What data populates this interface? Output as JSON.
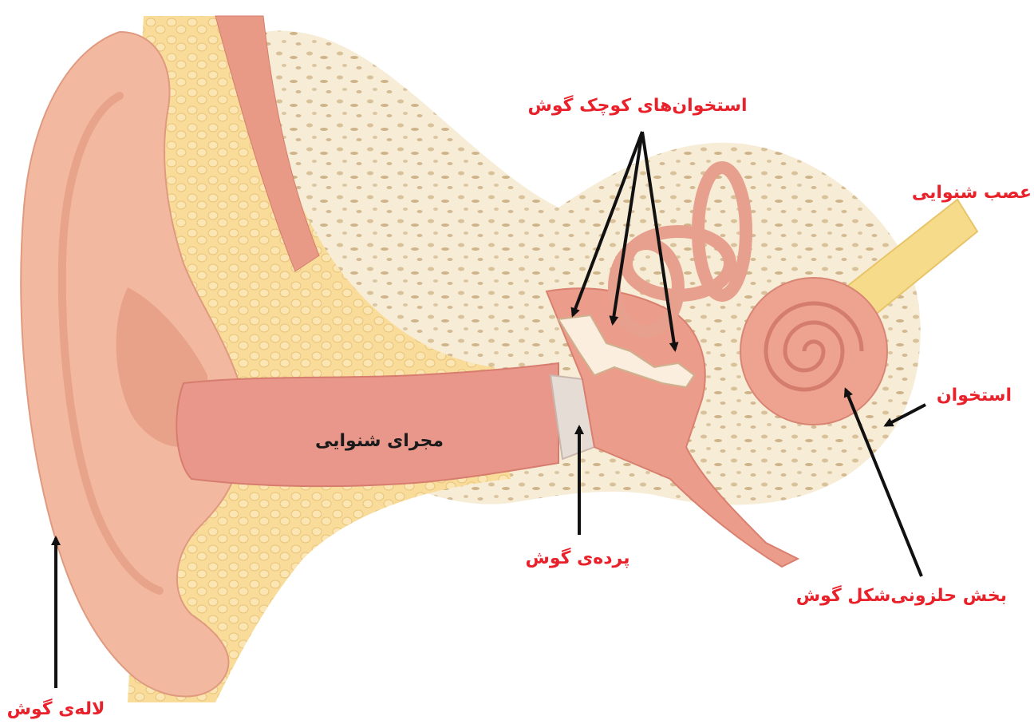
{
  "labels": {
    "ossicles": "استخوان‌های کوچک گوش",
    "auditory_nerve": "عصب شنوایی",
    "ear_canal": "مجرای شنوایی",
    "bone": "استخوان",
    "eardrum": "پرده‌ی گوش",
    "cochlea": "بخش حلزونی‌شکل گوش",
    "pinna": "لاله‌ی گوش"
  },
  "colors": {
    "label_red": "#e8212a",
    "label_black": "#1a1a1a",
    "skin": "#f2b9a0",
    "canal": "#e9978a",
    "bone": "#f7ebd3",
    "fat": "#f8dc98",
    "nerve": "#f6dc8a"
  }
}
